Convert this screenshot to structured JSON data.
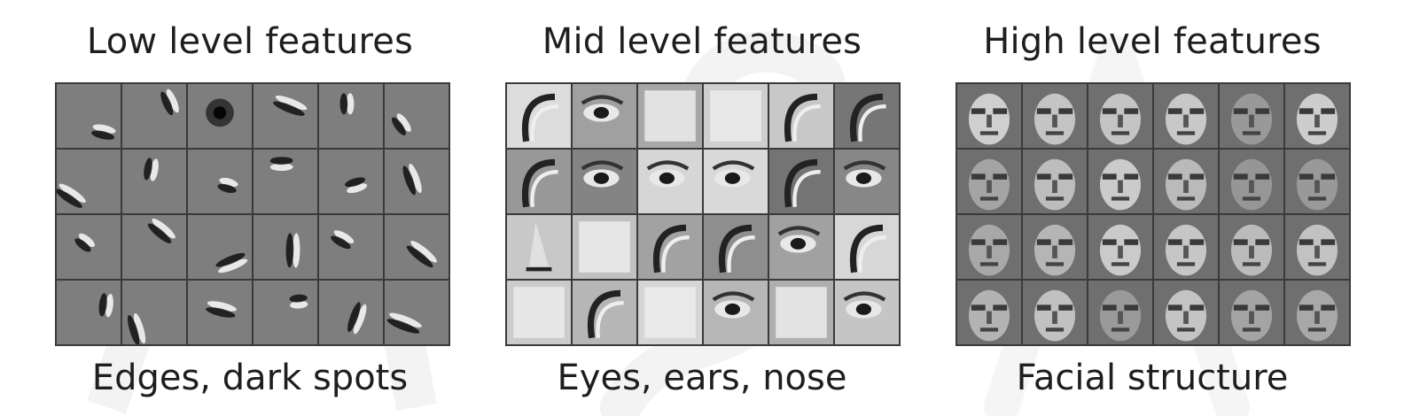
{
  "panels": [
    {
      "title": "Low level features",
      "caption": "Edges, dark spots",
      "kind": "edges",
      "colors": {
        "bg": "#7e7e7e",
        "grid": "#3a3a3a"
      }
    },
    {
      "title": "Mid level features",
      "caption": "Eyes, ears, nose",
      "kind": "parts",
      "colors": {
        "bg": "#8a8a8a",
        "grid": "#3a3a3a"
      }
    },
    {
      "title": "High level features",
      "caption": "Facial structure",
      "kind": "faces",
      "colors": {
        "bg": "#6f6f6f",
        "grid": "#3a3a3a"
      }
    }
  ]
}
